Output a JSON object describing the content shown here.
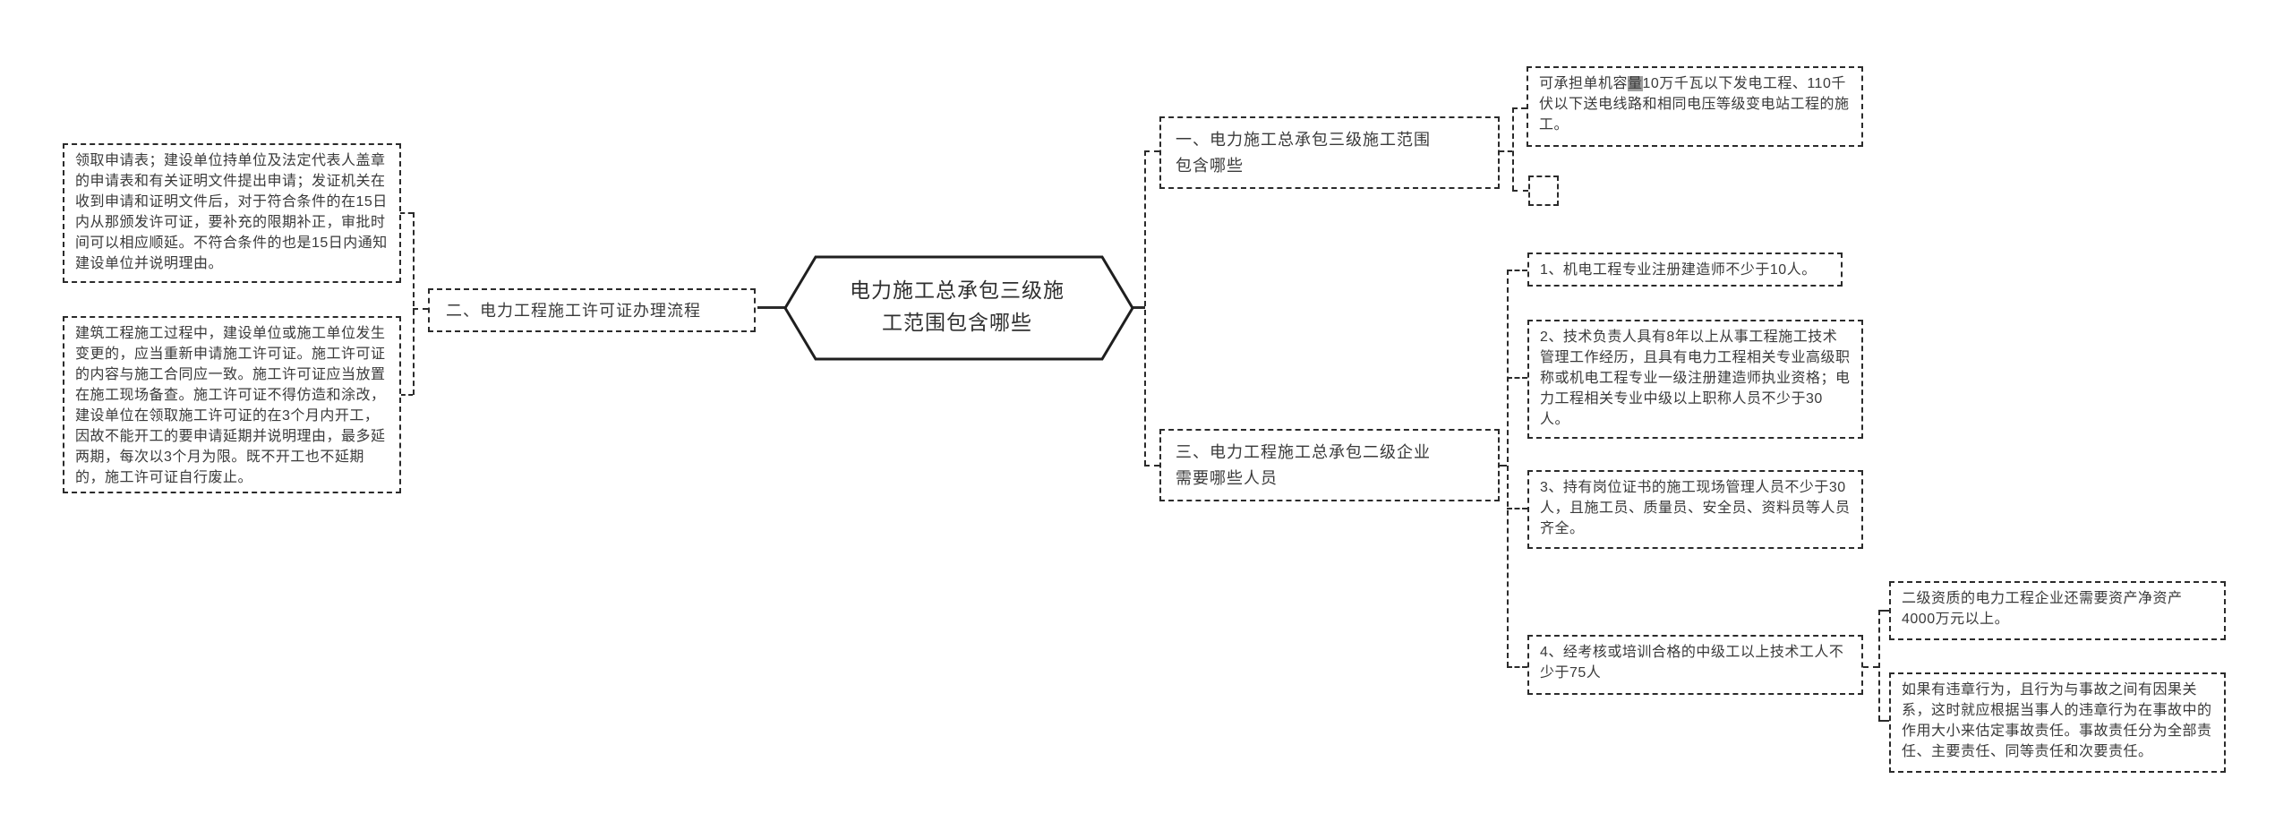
{
  "root": {
    "label": "电力施工总承包三级施工范围包含哪些"
  },
  "left_branch": {
    "label": "二、电力工程施工许可证办理流程",
    "children": [
      {
        "text": "领取申请表；建设单位持单位及法定代表人盖章的申请表和有关证明文件提出申请；发证机关在收到申请和证明文件后，对于符合条件的在15日内从那颁发许可证，要补充的限期补正，审批时间可以相应顺延。不符合条件的也是15日内通知建设单位并说明理由。"
      },
      {
        "text": "建筑工程施工过程中，建设单位或施工单位发生变更的，应当重新申请施工许可证。施工许可证的内容与施工合同应一致。施工许可证应当放置在施工现场备查。施工许可证不得仿造和涂改，建设单位在领取施工许可证的在3个月内开工，因故不能开工的要申请延期并说明理由，最多延两期，每次以3个月为限。既不开工也不延期的，施工许可证自行废止。"
      }
    ]
  },
  "top_right_branch": {
    "label": "一、电力施工总承包三级施工范围包含哪些",
    "children": [
      {
        "text_pre": "可承担单机容",
        "text_highlight": "量",
        "text_post": "10万千瓦以下发电工程、110千伏以下送电线路和相同电压等级变电站工程的施工。"
      },
      {
        "text": ""
      }
    ]
  },
  "bottom_right_branch": {
    "label": "三、电力工程施工总承包二级企业需要哪些人员",
    "children": [
      {
        "text": "1、机电工程专业注册建造师不少于10人。"
      },
      {
        "text": "2、技术负责人具有8年以上从事工程施工技术管理工作经历，且具有电力工程相关专业高级职称或机电工程专业一级注册建造师执业资格；电力工程相关专业中级以上职称人员不少于30人。"
      },
      {
        "text": "3、持有岗位证书的施工现场管理人员不少于30人，且施工员、质量员、安全员、资料员等人员齐全。"
      },
      {
        "text": "4、经考核或培训合格的中级工以上技术工人不少于75人"
      }
    ]
  },
  "grandchildren_of_item4": [
    {
      "text": "二级资质的电力工程企业还需要资产净资产4000万元以上。"
    },
    {
      "text": "如果有违章行为，且行为与事故之间有因果关系，这时就应根据当事人的违章行为在事故中的作用大小来估定事故责任。事故责任分为全部责任、主要责任、同等责任和次要责任。"
    }
  ],
  "colors": {
    "border": "#2b2b2b",
    "text": "#3a3a3a",
    "background": "#ffffff"
  }
}
